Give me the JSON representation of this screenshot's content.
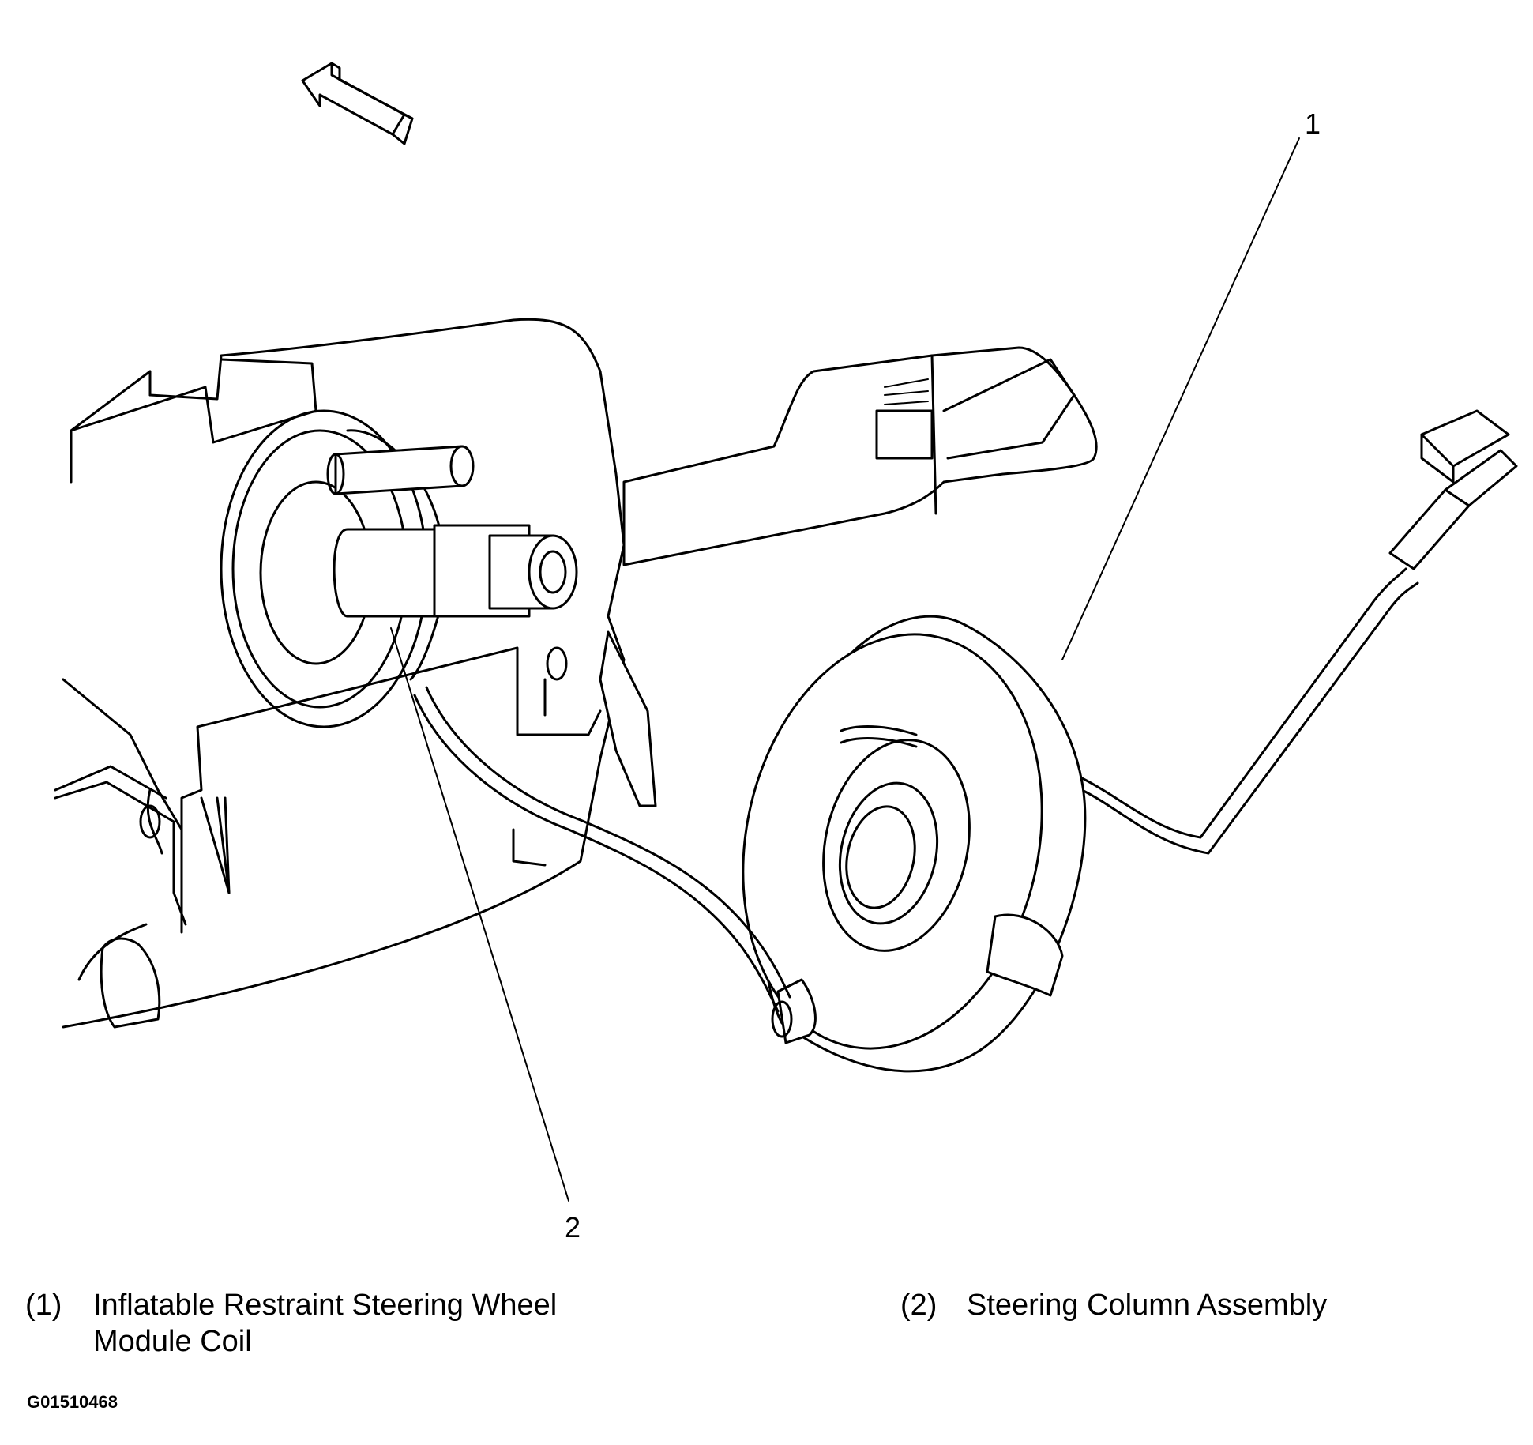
{
  "callouts": {
    "one": "1",
    "two": "2"
  },
  "legend": [
    {
      "num": "(1)",
      "text_line1": "Inflatable Restraint Steering Wheel",
      "text_line2": "Module Coil"
    },
    {
      "num": "(2)",
      "text_line1": "Steering Column Assembly"
    }
  ],
  "figure_id": "G01510468",
  "icons": {
    "direction_arrow": "front-direction-arrow-icon"
  }
}
